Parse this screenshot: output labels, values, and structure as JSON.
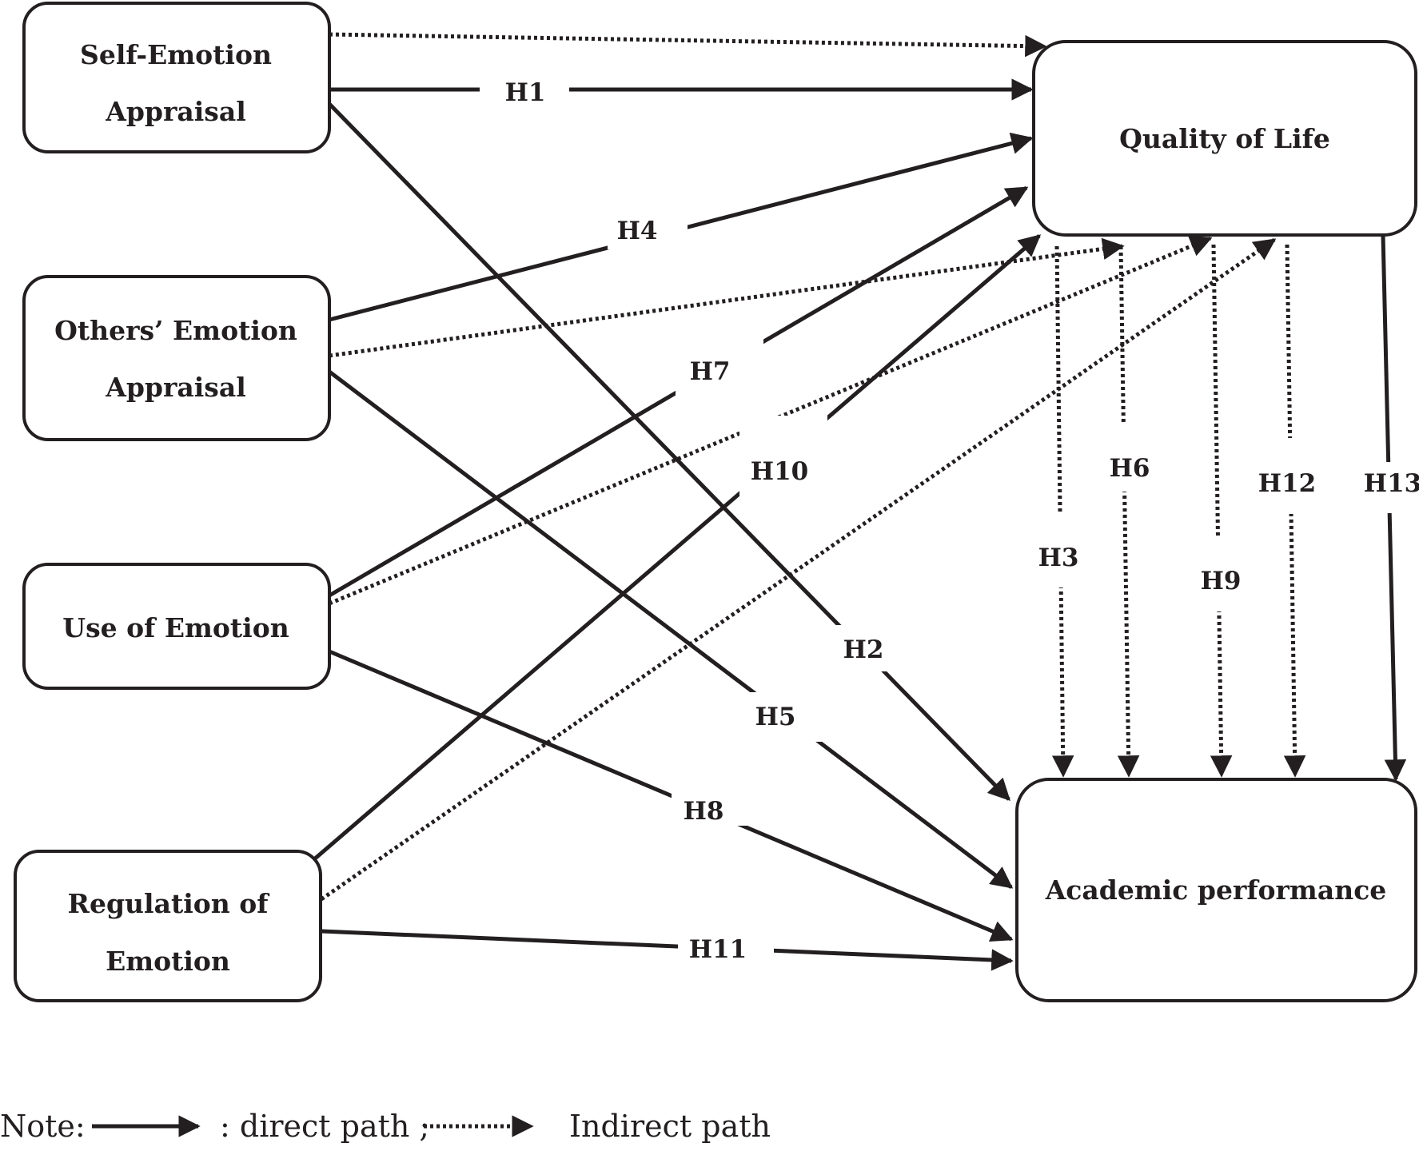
{
  "nodes": {
    "sea": {
      "lines": [
        "Self-Emotion",
        "Appraisal"
      ]
    },
    "oea": {
      "lines": [
        "Others’ Emotion",
        "Appraisal"
      ]
    },
    "uoe": {
      "lines": [
        "Use of Emotion"
      ]
    },
    "roe": {
      "lines": [
        "Regulation of",
        "Emotion"
      ]
    },
    "qol": {
      "lines": [
        "Quality of Life"
      ]
    },
    "ap": {
      "lines": [
        "Academic performance"
      ]
    }
  },
  "hypotheses": {
    "h1": "H1",
    "h2": "H2",
    "h3": "H3",
    "h4": "H4",
    "h5": "H5",
    "h6": "H6",
    "h7": "H7",
    "h8": "H8",
    "h9": "H9",
    "h10": "H10",
    "h11": "H11",
    "h12": "H12",
    "h13": "H13"
  },
  "edges": [
    {
      "id": "h1",
      "from": "sea",
      "to": "qol",
      "type": "direct"
    },
    {
      "id": "h2",
      "from": "sea",
      "to": "ap",
      "type": "direct"
    },
    {
      "id": "h3",
      "from": "qol",
      "to": "ap",
      "type": "indirect",
      "via": "sea"
    },
    {
      "id": "h4",
      "from": "oea",
      "to": "qol",
      "type": "direct"
    },
    {
      "id": "h5",
      "from": "oea",
      "to": "ap",
      "type": "direct"
    },
    {
      "id": "h6",
      "from": "qol",
      "to": "ap",
      "type": "indirect",
      "via": "oea"
    },
    {
      "id": "h7",
      "from": "uoe",
      "to": "qol",
      "type": "direct"
    },
    {
      "id": "h8",
      "from": "uoe",
      "to": "ap",
      "type": "direct"
    },
    {
      "id": "h9",
      "from": "qol",
      "to": "ap",
      "type": "indirect",
      "via": "uoe"
    },
    {
      "id": "h10",
      "from": "roe",
      "to": "qol",
      "type": "direct"
    },
    {
      "id": "h11",
      "from": "roe",
      "to": "ap",
      "type": "direct"
    },
    {
      "id": "h12",
      "from": "qol",
      "to": "ap",
      "type": "indirect",
      "via": "roe"
    },
    {
      "id": "h13",
      "from": "qol",
      "to": "ap",
      "type": "direct"
    }
  ],
  "legend": {
    "note": "Note:",
    "direct": ": direct path ;",
    "indirect": "Indirect path"
  },
  "colors": {
    "ink": "#231f20",
    "background": "#ffffff"
  }
}
